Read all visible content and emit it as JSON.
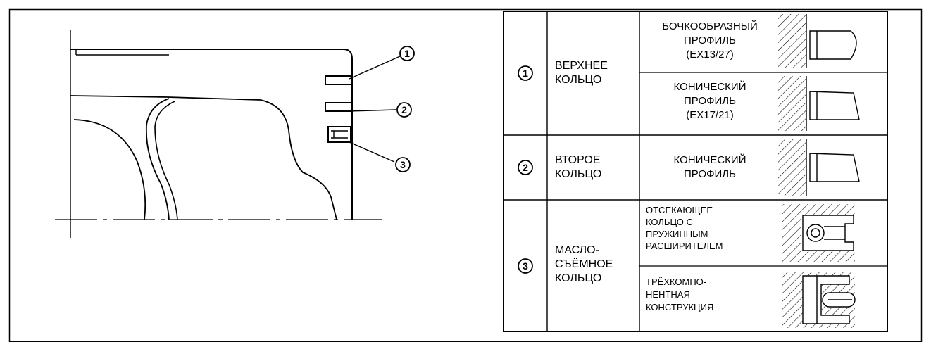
{
  "callouts": [
    "1",
    "2",
    "3"
  ],
  "rings": [
    {
      "number": "1",
      "name_lines": [
        "ВЕРХНЕЕ",
        "КОЛЬЦО"
      ],
      "profiles": [
        {
          "lines": [
            "БОЧКООБРАЗНЫЙ",
            "ПРОФИЛЬ",
            "(EX13/27)"
          ],
          "icon": "barrel-profile-icon"
        },
        {
          "lines": [
            "КОНИЧЕСКИЙ",
            "ПРОФИЛЬ",
            "(EX17/21)"
          ],
          "icon": "taper-profile-icon"
        }
      ]
    },
    {
      "number": "2",
      "name_lines": [
        "ВТОРОЕ",
        "КОЛЬЦО"
      ],
      "profiles": [
        {
          "lines": [
            "КОНИЧЕСКИЙ",
            "ПРОФИЛЬ"
          ],
          "icon": "taper-profile-icon"
        }
      ]
    },
    {
      "number": "3",
      "name_lines": [
        "МАСЛО-",
        "СЪЁМНОЕ",
        "КОЛЬЦО"
      ],
      "profiles": [
        {
          "lines": [
            "ОТСЕКАЮЩЕЕ",
            "КОЛЬЦО С",
            "ПРУЖИННЫМ",
            "РАСШИРИТЕЛЕМ"
          ],
          "icon": "spring-expander-ring-icon"
        },
        {
          "lines": [
            "ТРЁХКОМПО-",
            "НЕНТНАЯ",
            "КОНСТРУКЦИЯ"
          ],
          "icon": "three-piece-ring-icon"
        }
      ]
    }
  ]
}
